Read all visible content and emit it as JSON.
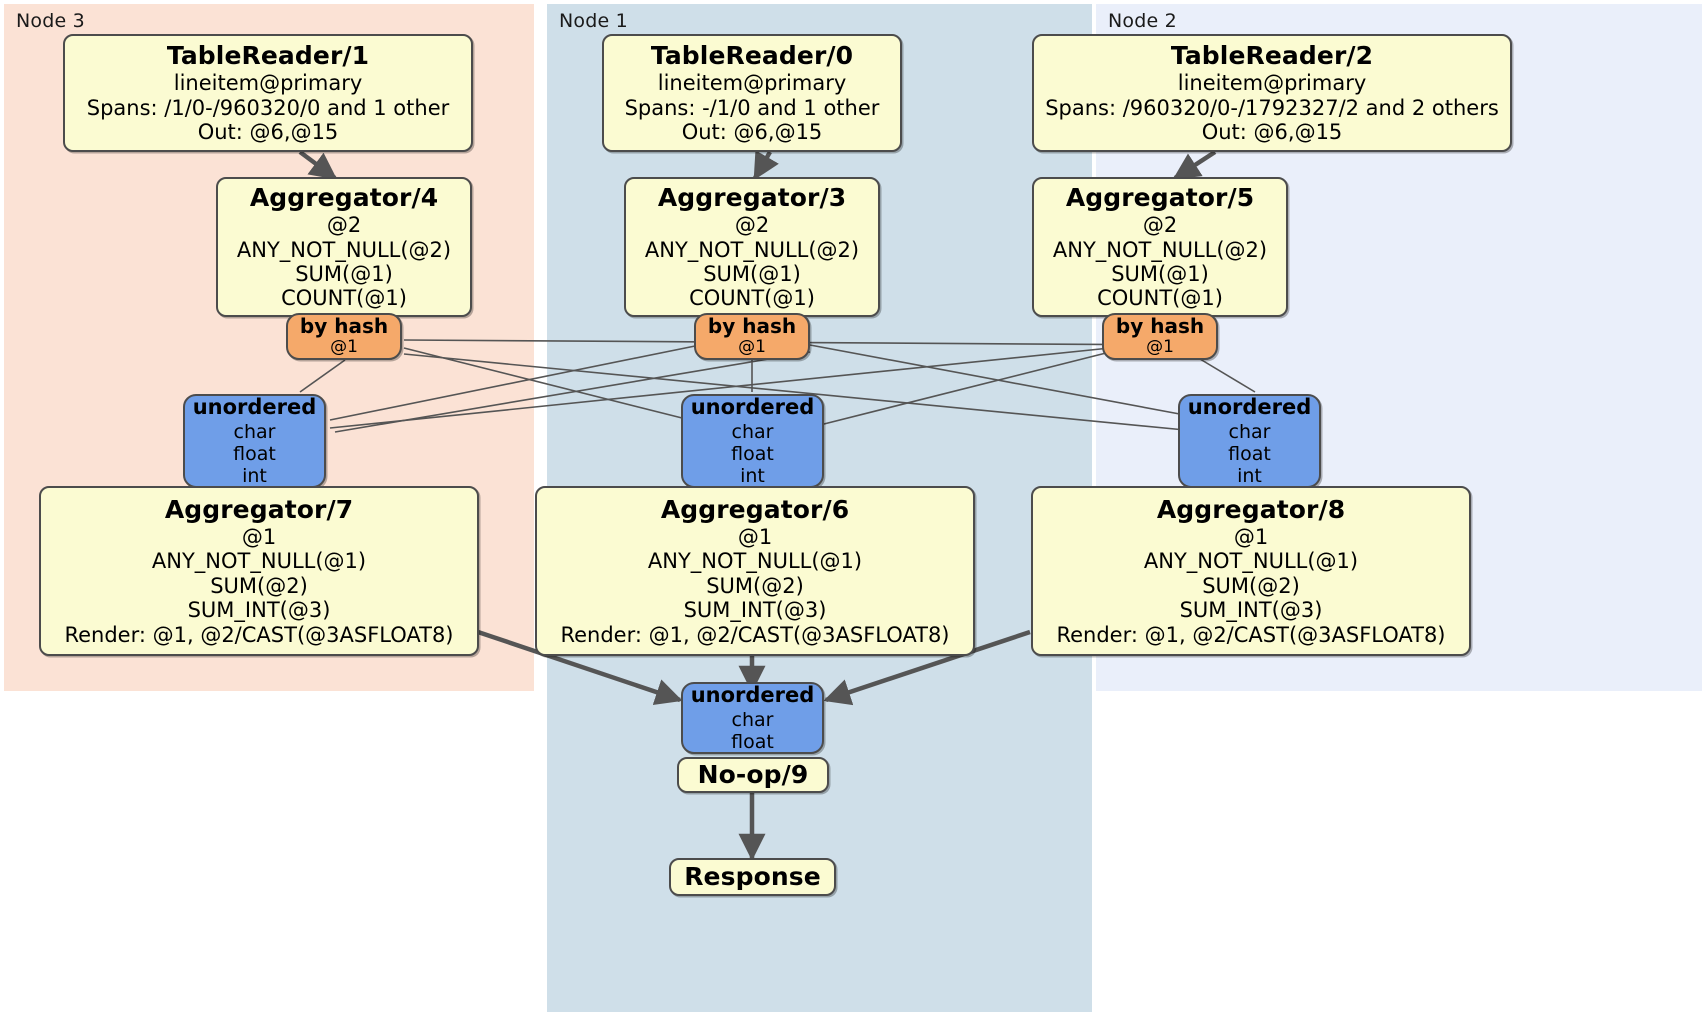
{
  "diagram": {
    "type": "distributed-query-plan",
    "colors": {
      "node3_panel": "#fbe2d5",
      "node1_panel": "#cfdfe9",
      "node2_panel": "#eaeffa",
      "processor": "#fbfbd2",
      "router": "#f5a96a",
      "synchronizer": "#6f9ee8",
      "border": "#4c4c4c",
      "edge": "#555555"
    }
  },
  "panels": [
    {
      "label": "Node 3"
    },
    {
      "label": "Node 1"
    },
    {
      "label": "Node 2"
    }
  ],
  "table_readers": [
    {
      "title": "TableReader/1",
      "table": "lineitem@primary",
      "spans": "Spans: /1/0-/960320/0 and 1 other",
      "out": "Out: @6,@15"
    },
    {
      "title": "TableReader/0",
      "table": "lineitem@primary",
      "spans": "Spans: -/1/0 and 1 other",
      "out": "Out: @6,@15"
    },
    {
      "title": "TableReader/2",
      "table": "lineitem@primary",
      "spans": "Spans: /960320/0-/1792327/2 and 2 others",
      "out": "Out: @6,@15"
    }
  ],
  "local_aggregators": [
    {
      "title": "Aggregator/4",
      "group": "@2",
      "agg1": "ANY_NOT_NULL(@2)",
      "agg2": "SUM(@1)",
      "agg3": "COUNT(@1)"
    },
    {
      "title": "Aggregator/3",
      "group": "@2",
      "agg1": "ANY_NOT_NULL(@2)",
      "agg2": "SUM(@1)",
      "agg3": "COUNT(@1)"
    },
    {
      "title": "Aggregator/5",
      "group": "@2",
      "agg1": "ANY_NOT_NULL(@2)",
      "agg2": "SUM(@1)",
      "agg3": "COUNT(@1)"
    }
  ],
  "hash_routers": [
    {
      "title": "by hash",
      "column": "@1"
    },
    {
      "title": "by hash",
      "column": "@1"
    },
    {
      "title": "by hash",
      "column": "@1"
    }
  ],
  "synchronizers": [
    {
      "title": "unordered",
      "t1": "char",
      "t2": "float",
      "t3": "int"
    },
    {
      "title": "unordered",
      "t1": "char",
      "t2": "float",
      "t3": "int"
    },
    {
      "title": "unordered",
      "t1": "char",
      "t2": "float",
      "t3": "int"
    }
  ],
  "final_aggregators": [
    {
      "title": "Aggregator/7",
      "group": "@1",
      "agg1": "ANY_NOT_NULL(@1)",
      "agg2": "SUM(@2)",
      "agg3": "SUM_INT(@3)",
      "render": "Render: @1, @2/CAST(@3ASFLOAT8)"
    },
    {
      "title": "Aggregator/6",
      "group": "@1",
      "agg1": "ANY_NOT_NULL(@1)",
      "agg2": "SUM(@2)",
      "agg3": "SUM_INT(@3)",
      "render": "Render: @1, @2/CAST(@3ASFLOAT8)"
    },
    {
      "title": "Aggregator/8",
      "group": "@1",
      "agg1": "ANY_NOT_NULL(@1)",
      "agg2": "SUM(@2)",
      "agg3": "SUM_INT(@3)",
      "render": "Render: @1, @2/CAST(@3ASFLOAT8)"
    }
  ],
  "final_sync": {
    "title": "unordered",
    "t1": "char",
    "t2": "float"
  },
  "noop": {
    "title": "No-op/9"
  },
  "response": {
    "title": "Response"
  }
}
